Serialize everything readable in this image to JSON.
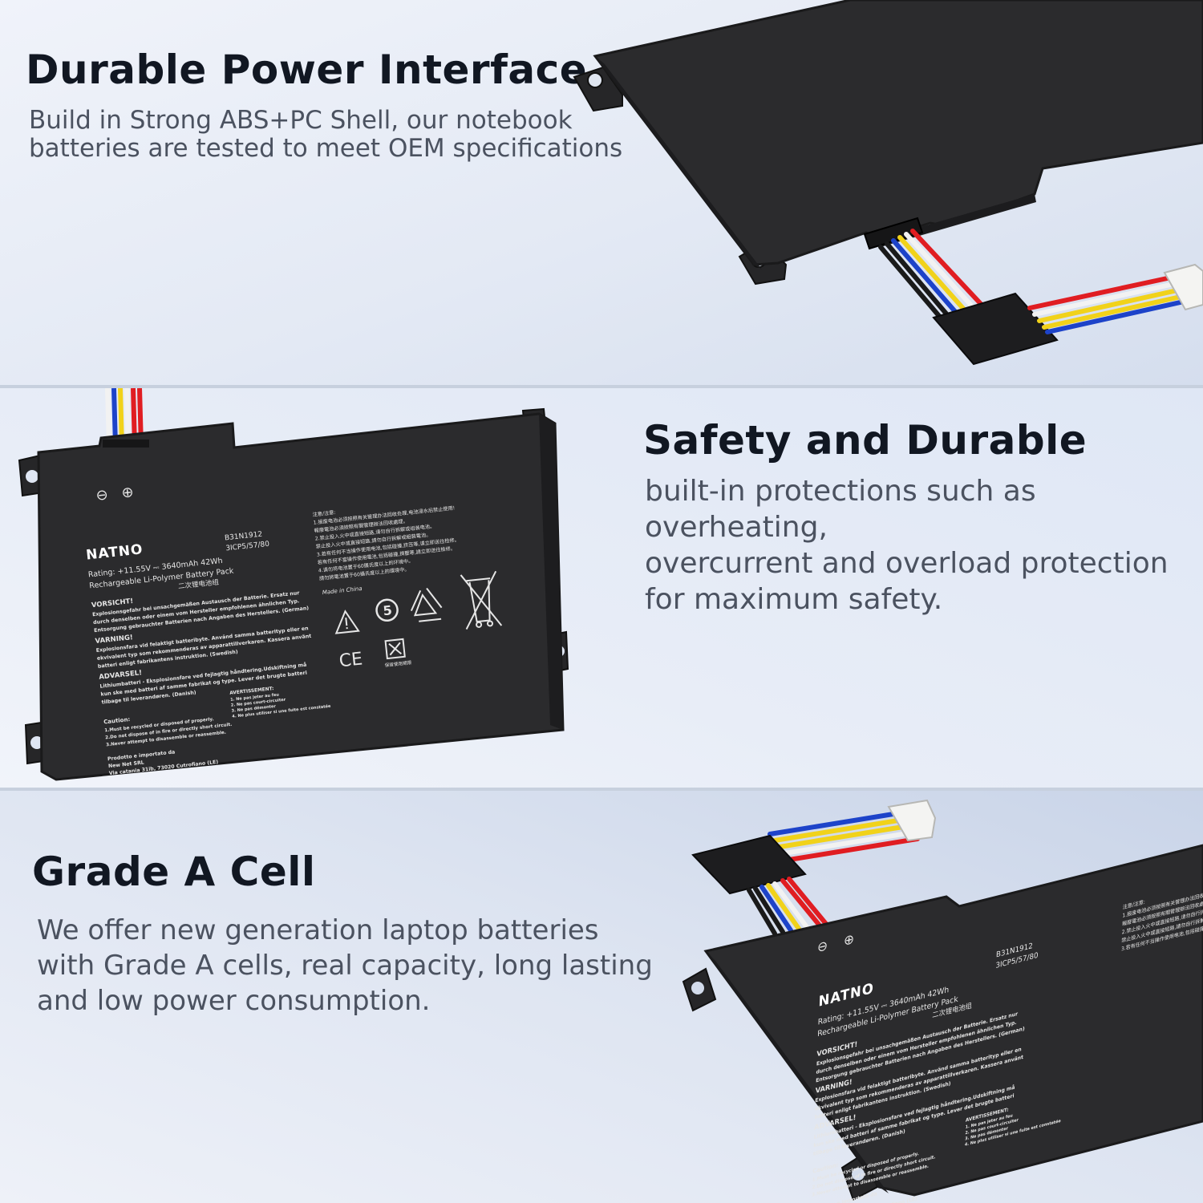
{
  "sections": [
    {
      "heading": "Durable Power Interface",
      "body": "Build in Strong ABS+PC Shell, our notebook\nbatteries are tested to meet OEM specifications"
    },
    {
      "heading": "Safety and Durable",
      "body": "built-in protections such as overheating,\novercurrent and overload protection\nfor maximum safety."
    },
    {
      "heading": "Grade A Cell",
      "body": "We offer new generation laptop batteries\nwith Grade A cells, real capacity, long lasting\nand low power consumption."
    }
  ],
  "battery_label": {
    "brand": "NATNO",
    "model": "B31N1912",
    "cells": "3ICP5/57/80",
    "rating": "Rating: +11.55V ⎓ 3640mAh 42Wh",
    "type": "Rechargeable Li-Polymer Battery Pack",
    "type_cn": "二次锂电池组",
    "vorsicht_title": "VORSICHT!",
    "vorsicht_lines": [
      "Explosionsgefahr bei unsachgemäßen Austausch der Batterie. Ersatz nur",
      "durch denselben oder einem vom Hersteller empfohlenen ähnlichen Typ.",
      "Entsorgung gebrauchter Batterien nach Angaben des Herstellers. (German)"
    ],
    "varning_title": "VARNING!",
    "varning_lines": [
      "Explosionsfara vid felaktigt batteribyte. Använd samma batterityp eller en",
      "ekvivalent typ som rekommenderas av apparattillverkaren. Kassera använt",
      "batteri enligt fabrikantens instruktion. (Swedish)"
    ],
    "advarsel_title": "ADVARSEL!",
    "advarsel_lines": [
      "Lithiumbatteri - Eksplosionsfare ved fejlagtig håndtering.Udskiftning må",
      "kun ske med batteri af samme fabrikat og type. Lever det brugte batteri",
      "tilbage til leverandøren. (Danish)"
    ],
    "caution_title": "Caution:",
    "caution_lines": [
      "1.Must be recycled or disposed of properly.",
      "2.Do not dispose of in fire or directly short circuit.",
      "3.Never attempt to disassemble or reassemble."
    ],
    "avert_title": "AVERTISSEMENT:",
    "avert_lines": [
      "1. Ne pas jeter au feu",
      "2. Ne pas court-circuiter",
      "3. Ne pas démonter",
      "4. Ne plus utiliser si une fuite est constatée"
    ],
    "import_lines": [
      "Prodotto e importato da",
      "New Net SRL",
      "Via catania 31ib, 73020 Cutrofiano (LE)"
    ],
    "cn_lines": [
      "注意/注意:",
      "1.报废电池必须按照有关管理办法回收处理,电池浸水后禁止使用!",
      "   報廢電池必須按照有關管理辦法回收處理。",
      "2.禁止投入火中或直接短路,请勿自行拆解或组装电池。",
      "   禁止投入火中或直接短路,請勿自行拆解或組裝電池。",
      "3.若有任何不当操作使用电池,包括碰撞,挤压等,请立即送往检修。",
      "   若有任何不當操作使用電池,包括碰撞,擠壓等,請立即送往檢修。",
      "4.请勿将电池置于60摄氏度以上的环境中。",
      "   請勿將電池置于60攝氏度以上的環境中。"
    ],
    "made_in": "Made in China",
    "ce_mark": "CE",
    "recycle_cn": "保留使用期限",
    "polarity_minus": "⊖",
    "polarity_plus": "⊕",
    "recycle_number": "5"
  },
  "colors": {
    "battery_body": "#2b2b2d",
    "battery_edge": "#1a1a1b",
    "heading": "#111722",
    "body_text": "#4b5260",
    "wire_red": "#e01d22",
    "wire_white": "#f2f2f2",
    "wire_yellow": "#f1d21a",
    "wire_blue": "#1d43c9",
    "wire_black": "#1a1a1a"
  }
}
